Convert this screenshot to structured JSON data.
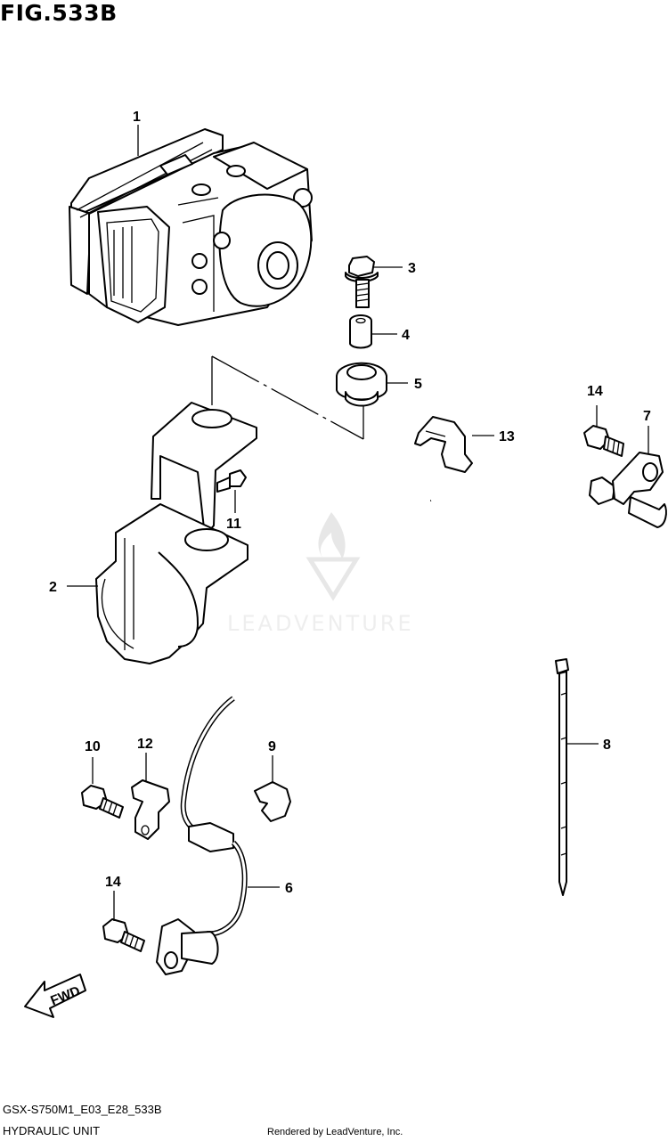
{
  "figure": {
    "title": "FIG.533B",
    "model_code": "GSX-S750M1_E03_E28_533B",
    "section_name": "HYDRAULIC UNIT",
    "rendered_by": "Rendered by LeadVenture, Inc.",
    "watermark": "LEADVENTURE",
    "fwd_label": "FWD"
  },
  "callouts": [
    {
      "id": "c1",
      "label": "1"
    },
    {
      "id": "c2",
      "label": "2"
    },
    {
      "id": "c3",
      "label": "3"
    },
    {
      "id": "c4",
      "label": "4"
    },
    {
      "id": "c5",
      "label": "5"
    },
    {
      "id": "c6",
      "label": "6"
    },
    {
      "id": "c7",
      "label": "7"
    },
    {
      "id": "c8",
      "label": "8"
    },
    {
      "id": "c9",
      "label": "9"
    },
    {
      "id": "c10",
      "label": "10"
    },
    {
      "id": "c11",
      "label": "11"
    },
    {
      "id": "c12",
      "label": "12"
    },
    {
      "id": "c13",
      "label": "13"
    },
    {
      "id": "c14a",
      "label": "14"
    },
    {
      "id": "c14b",
      "label": "14"
    }
  ]
}
